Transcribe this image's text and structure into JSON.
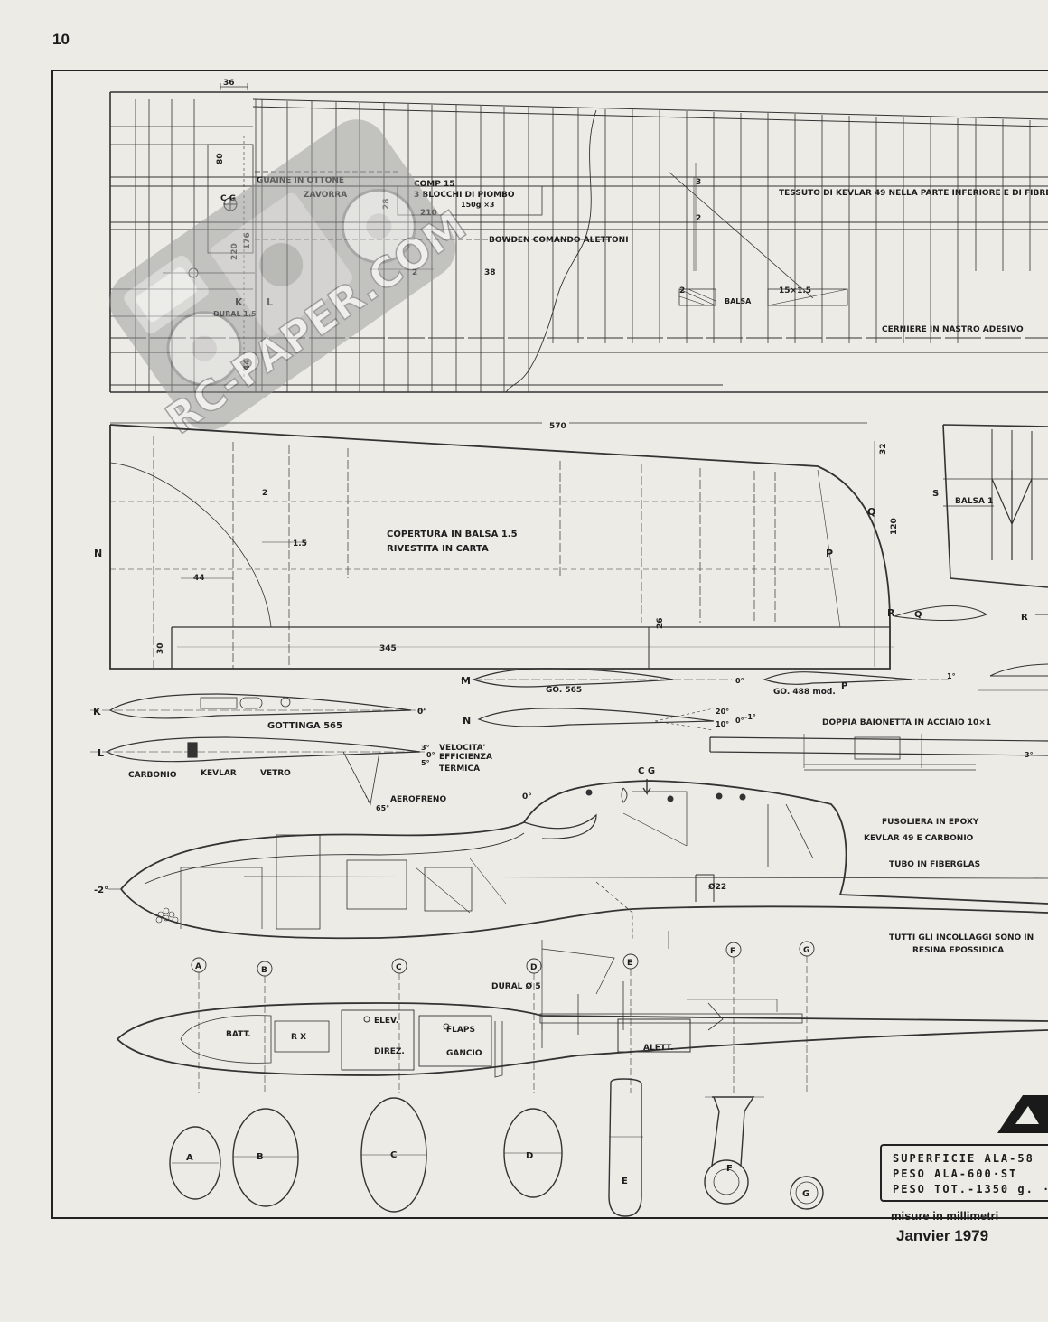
{
  "page": {
    "number": "10",
    "footer": "Janvier 1979"
  },
  "watermark": "RC-PAPER.COM",
  "wing_panel": {
    "notes": {
      "guaine": "GUAINE IN OTTONE",
      "zavorra": "ZAVORRA",
      "comp": "COMP 15",
      "piombo": "3 BLOCCHI DI PIOMBO",
      "piombo_qty": "150g ×3",
      "bowden": "BOWDEN COMANDO ALETTONI",
      "tessuto": "TESSUTO DI KEVLAR 49 NELLA PARTE INFERIORE E DI FIBRE DI C",
      "cerniere": "CERNIERE IN NASTRO ADESIVO",
      "balsa": "BALSA",
      "dural": "DURAL 1.5",
      "cg": "C G"
    },
    "dims": {
      "d36": "36",
      "d80": "80",
      "d28": "28",
      "d210": "210",
      "d220": "220",
      "d176": "176",
      "d44": "44",
      "d2": "2",
      "d38": "38",
      "d3": "3",
      "d15x15": "15×1.5"
    },
    "stations": {
      "k": "K",
      "l": "L"
    }
  },
  "stabilizer": {
    "span": "570",
    "note_line1": "COPERTURA IN BALSA 1.5",
    "note_line2": "RIVESTITA IN CARTA",
    "dims": {
      "d44": "44",
      "d345": "345",
      "d30": "30",
      "d26": "26",
      "d120": "120",
      "d32": "32",
      "d2": "2",
      "d15": "1.5"
    },
    "stations": {
      "n": "N",
      "p": "P",
      "q": "Q",
      "r": "R"
    }
  },
  "fin": {
    "balsa": "BALSA 1",
    "s": "S"
  },
  "airfoils": {
    "m_label": "M",
    "go565": "GO. 565",
    "go488": "GO. 488 mod.",
    "p_label": "P",
    "n_label": "N",
    "angle_20": "20°",
    "angle_10": "10°",
    "angle_0": "0°",
    "angle_m1": "-1°",
    "k_label": "K",
    "gottinga": "GOTTINGA 565",
    "l_label": "L",
    "carbonio": "CARBONIO",
    "kevlar": "KEVLAR",
    "vetro": "VETRO",
    "flap_3": "3°",
    "flap_0": "0°",
    "flap_5": "5°",
    "velocita": "VELOCITA'",
    "efficienza": "EFFICIENZA",
    "termica": "TERMICA",
    "aerofreno": "AEROFRENO",
    "angle_65": "65°",
    "angle_1": "1°",
    "baionetta": "DOPPIA BAIONETTA IN ACCIAIO 10×1",
    "bay_3": "3°"
  },
  "fuselage": {
    "cg": "C G",
    "angle_m2": "-2°",
    "angle_0": "0°",
    "dia22": "Ø22",
    "note_line1": "FUSOLIERA IN EPOXY",
    "note_line2": "KEVLAR 49  E CARBONIO",
    "tubo": "TUBO IN FIBERGLAS",
    "glue_line1": "TUTTI GLI INCOLLAGGI SONO IN",
    "glue_line2": "RESINA EPOSSIDICA",
    "dural": "DURAL Ø 5",
    "batt": "BATT.",
    "rx": "R X",
    "elev": "ELEV.",
    "direz": "DIREZ.",
    "flaps": "FLAPS",
    "gancio": "GANCIO",
    "alett": "ALETT.",
    "sections": [
      "A",
      "B",
      "C",
      "D",
      "E",
      "F",
      "G"
    ]
  },
  "specs": {
    "line1": "SUPERFICIE  ALA-58",
    "line2": "PESO  ALA-600·ST",
    "line3": "PESO TOT.-1350 g. ·",
    "units": "misure in millimetri"
  }
}
